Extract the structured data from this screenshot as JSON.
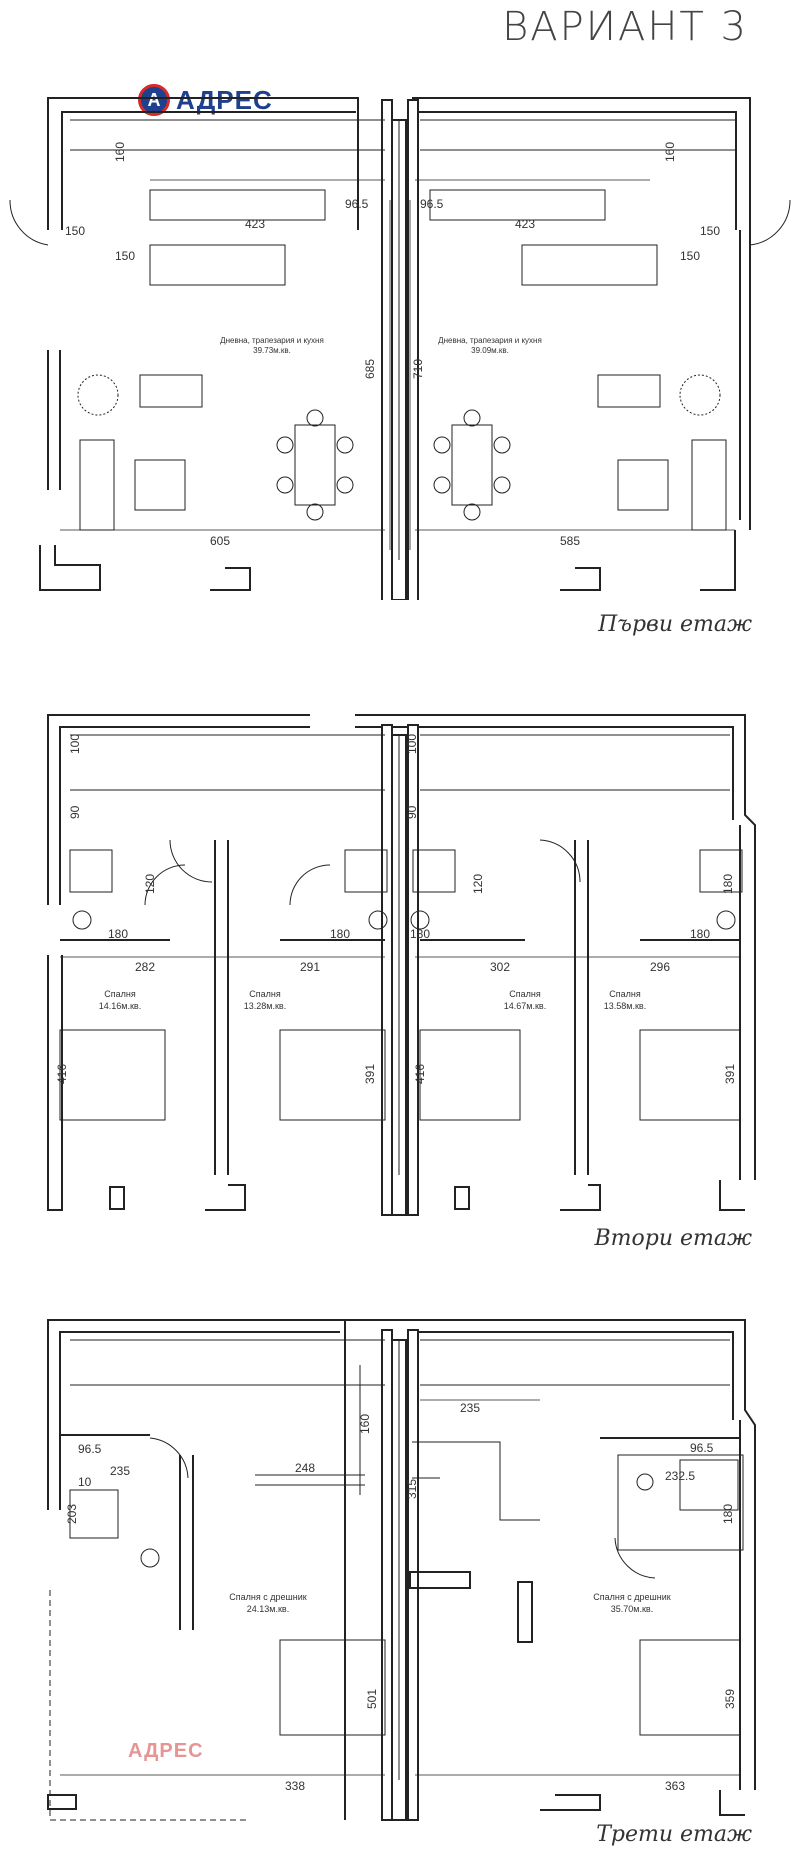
{
  "title": "ВАРИАНТ 3",
  "logo": {
    "mark": "А",
    "text": "АДРЕС"
  },
  "watermark": "АДРЕС",
  "floors": [
    {
      "caption": "Първи етаж",
      "rooms": [
        {
          "name": "Дневна, трапезария и кухня",
          "area": "39.73м.кв."
        },
        {
          "name": "Дневна, трапезария и кухня",
          "area": "39.09м.кв."
        }
      ],
      "dims": [
        "150",
        "150",
        "423",
        "96.5",
        "96.5",
        "423",
        "150",
        "150",
        "685",
        "710",
        "605",
        "585",
        "160",
        "160"
      ]
    },
    {
      "caption": "Втори етаж",
      "rooms": [
        {
          "name": "Спалня",
          "area": "14.16м.кв."
        },
        {
          "name": "Спалня",
          "area": "13.28м.кв."
        },
        {
          "name": "Спалня",
          "area": "14.67м.кв."
        },
        {
          "name": "Спалня",
          "area": "13.58м.кв."
        }
      ],
      "dims": [
        "100",
        "90",
        "100",
        "90",
        "180",
        "282",
        "180",
        "291",
        "180",
        "302",
        "180",
        "296",
        "416",
        "391",
        "416",
        "391",
        "120",
        "120",
        "180"
      ]
    },
    {
      "caption": "Трети етаж",
      "rooms": [
        {
          "name": "Спалня с дрешник",
          "area": "24.13м.кв."
        },
        {
          "name": "Спалня с дрешник",
          "area": "35.70м.кв."
        }
      ],
      "dims": [
        "96.5",
        "235",
        "248",
        "160",
        "315",
        "235",
        "96.5",
        "232.5",
        "180",
        "203",
        "10",
        "501",
        "359",
        "338",
        "363"
      ]
    }
  ]
}
